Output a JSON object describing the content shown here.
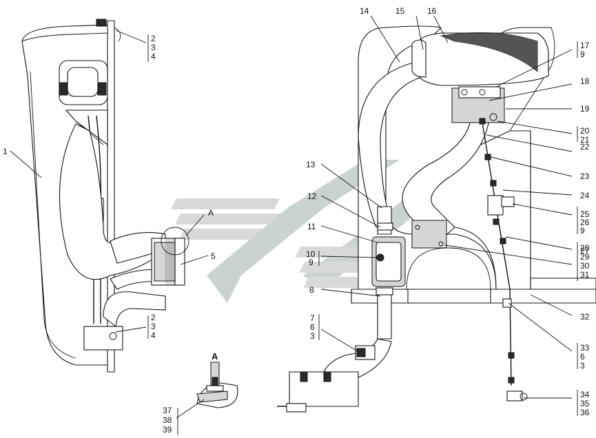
{
  "callouts_main": [
    {
      "id": "c1",
      "text": "1"
    },
    {
      "id": "c5",
      "text": "5"
    },
    {
      "id": "c8",
      "text": "8"
    },
    {
      "id": "c11",
      "text": "11"
    },
    {
      "id": "c12",
      "text": "12"
    },
    {
      "id": "c13",
      "text": "13"
    },
    {
      "id": "c14",
      "text": "14"
    },
    {
      "id": "c15",
      "text": "15"
    },
    {
      "id": "c16",
      "text": "16"
    },
    {
      "id": "c18",
      "text": "18"
    },
    {
      "id": "c19",
      "text": "19"
    },
    {
      "id": "c22",
      "text": "22"
    },
    {
      "id": "c23",
      "text": "23"
    },
    {
      "id": "c24",
      "text": "24"
    },
    {
      "id": "c27",
      "text": "27"
    },
    {
      "id": "c32",
      "text": "32"
    }
  ],
  "groups": {
    "g_2_3_4_top": [
      "2",
      "3",
      "4"
    ],
    "g_2_3_4_bottom": [
      "2",
      "3",
      "4"
    ],
    "g_17_9": [
      "17",
      "9"
    ],
    "g_20_21": [
      "20",
      "21"
    ],
    "g_25_26_9": [
      "25",
      "26",
      "9"
    ],
    "g_28_31": [
      "28",
      "29",
      "30",
      "31"
    ],
    "g_33_6_3": [
      "33",
      "6",
      "3"
    ],
    "g_34_36": [
      "34",
      "35",
      "36"
    ],
    "g_7_6_3": [
      "7",
      "6",
      "3"
    ],
    "g_10_9": [
      "10",
      "9"
    ],
    "g_37_39": [
      "37",
      "38",
      "39"
    ]
  },
  "view_marker": "A",
  "detail_title": "A"
}
